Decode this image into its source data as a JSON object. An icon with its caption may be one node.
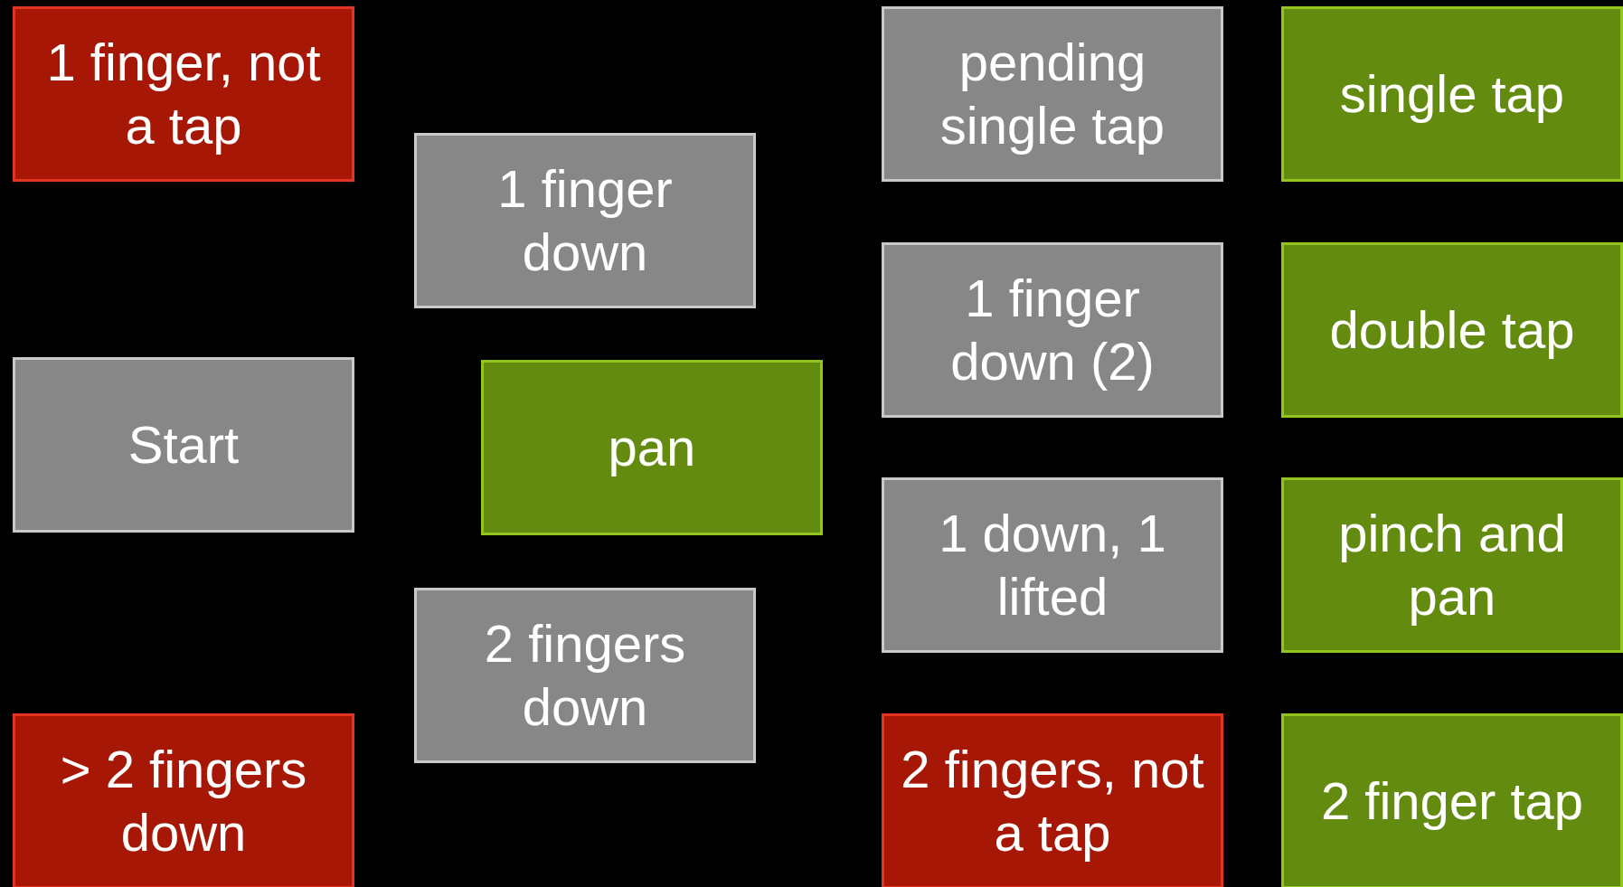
{
  "diagram": {
    "nodes": [
      {
        "text": [
          "1 finger, not a tap"
        ]
      },
      {
        "text": [
          "Start"
        ]
      },
      {
        "text": [
          "> 2 fingers down"
        ]
      },
      {
        "text": [
          "1 finger down"
        ]
      },
      {
        "text": [
          "pan"
        ]
      },
      {
        "text": [
          "2 fingers down"
        ]
      },
      {
        "text": [
          "pending single tap"
        ]
      },
      {
        "text": [
          "1 finger down (2)"
        ]
      },
      {
        "text": [
          "1 down, 1 lifted"
        ]
      },
      {
        "text": [
          "2 fingers, not a tap"
        ]
      },
      {
        "text": [
          "single tap"
        ]
      },
      {
        "text": [
          "double tap"
        ]
      },
      {
        "text": [
          "pinch and pan"
        ]
      },
      {
        "text": [
          "2 finger tap"
        ]
      }
    ]
  }
}
